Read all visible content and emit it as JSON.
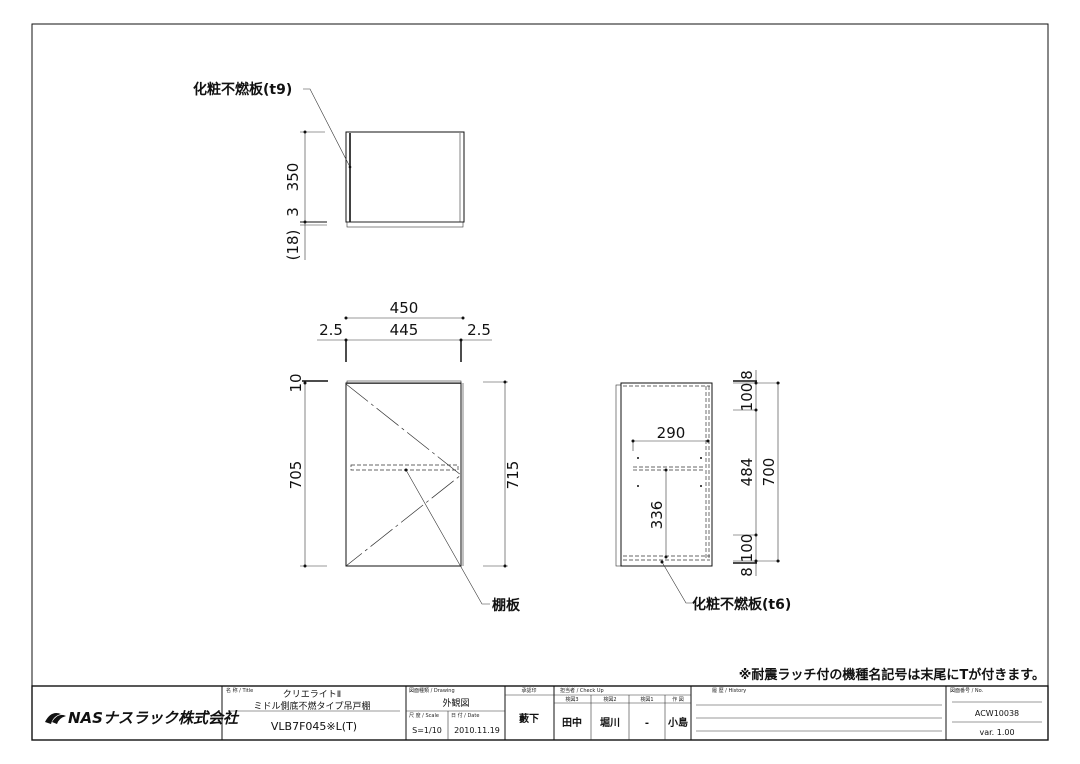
{
  "drawing": {
    "top_view": {
      "label": "化粧不燃板(t9)",
      "dims": [
        "350",
        "3",
        "(18)"
      ]
    },
    "front_view": {
      "dims_top": [
        "450",
        "445",
        "2.5",
        "2.5"
      ],
      "dim_left": [
        "10",
        "705"
      ],
      "dim_right": "715",
      "label": "棚板"
    },
    "side_view": {
      "dim_width": "290",
      "dim_shelf": "336",
      "dims_right": [
        "8",
        "100",
        "484",
        "100",
        "8"
      ],
      "dim_total": "700",
      "label": "化粧不燃板(t6)"
    },
    "note": "※耐震ラッチ付の機種名記号は末尾にTが付きます。"
  },
  "title_block": {
    "company": "NASナスラック株式会社",
    "title_label": "名 称 / Title",
    "title_line1": "クリエライトⅡ",
    "title_line2": "ミドル側底不燃タイプ吊戸棚",
    "model": "VLB7F045※L(T)",
    "drawing_label": "図面種類 / Drawing",
    "drawing_type": "外観図",
    "scale_label": "尺 度 / Scale",
    "scale": "S=1/10",
    "date_label": "日 付 / Date",
    "date": "2010.11.19",
    "approval_label": "承認印",
    "approver": "藪下",
    "checkup_label": "担当者 / Check Up",
    "check_cols": [
      {
        "label": "検図3",
        "name": "田中"
      },
      {
        "label": "検図2",
        "name": "堀川"
      },
      {
        "label": "検図1",
        "name": "-"
      },
      {
        "label": "作 図",
        "name": "小島"
      }
    ],
    "history_label": "履 歴 / History",
    "number_label": "図面番号 / No.",
    "number": "ACW10038",
    "version": "var. 1.00"
  }
}
